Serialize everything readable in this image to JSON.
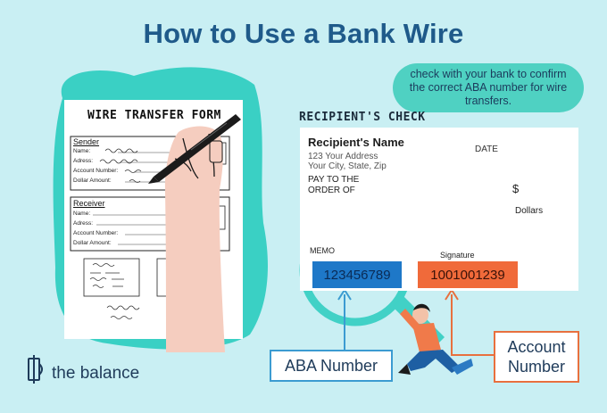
{
  "title": "How to Use a Bank Wire",
  "tip_bubble": "check with your bank to confirm the correct ABA number for wire transfers.",
  "wire_form": {
    "title": "WIRE TRANSFER FORM",
    "sender_heading": "Sender",
    "receiver_heading": "Receiver",
    "sender_fields": [
      "Name:",
      "Adress:",
      "Account Number:",
      "Dollar Amount:"
    ],
    "receiver_fields": [
      "Name:",
      "Adress:",
      "Account Number:",
      "Dollar Amount:"
    ]
  },
  "check": {
    "label": "RECIPIENT'S CHECK",
    "recipient_name": "Recipient's Name",
    "address_line1": "123 Your Address",
    "address_line2": "Your City, State, Zip",
    "date_label": "DATE",
    "pay_to_line1": "PAY TO THE",
    "pay_to_line2": "ORDER OF",
    "dollar_sign": "$",
    "dollars_label": "Dollars",
    "memo_label": "MEMO",
    "signature_label": "Signature",
    "routing_number": "123456789",
    "account_number": "1001001239"
  },
  "callouts": {
    "aba": "ABA Number",
    "account_line1": "Account",
    "account_line2": "Number"
  },
  "brand": {
    "name": "the balance",
    "icon": "balance-logo-icon"
  },
  "colors": {
    "background": "#c9eff3",
    "title": "#1f5a8a",
    "bubble": "#4fd1c2",
    "routing_fill": "#1e78c8",
    "account_fill": "#f06a3a",
    "magnifier": "#41d1c6"
  }
}
